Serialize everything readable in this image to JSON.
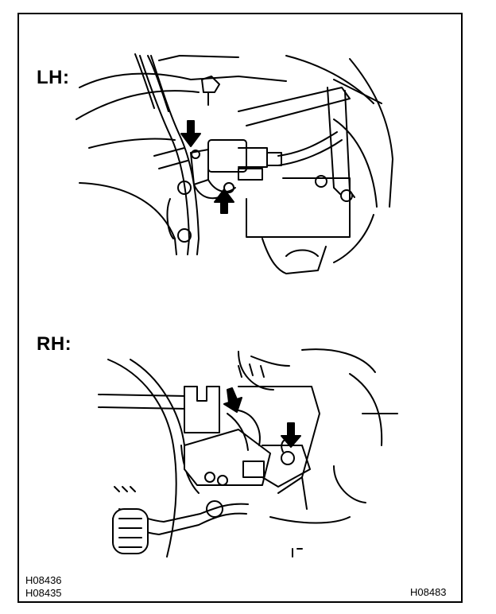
{
  "views": {
    "lh_label": "LH:",
    "rh_label": "RH:"
  },
  "codes": {
    "left_top": "H08436",
    "left_bottom": "H08435",
    "right": "H08483"
  },
  "icons": {
    "arrow": "arrow-icon"
  }
}
